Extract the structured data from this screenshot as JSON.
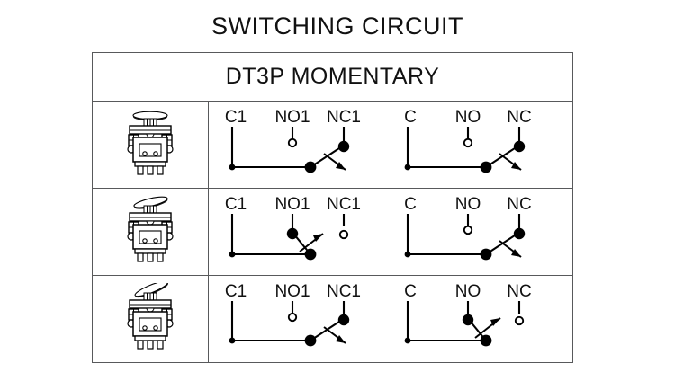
{
  "title": "SWITCHING CIRCUIT",
  "table": {
    "header": "DT3P MOMENTARY",
    "rows": [
      {
        "lever_position": "center",
        "lever_name": "lever-center-upright",
        "poles": [
          {
            "terminals": [
              "C1",
              "NO1",
              "NC1"
            ],
            "common": "C1",
            "closed_to": "NC1",
            "open_terminal": "NO1"
          },
          {
            "terminals": [
              "C",
              "NO",
              "NC"
            ],
            "common": "C",
            "closed_to": "NC",
            "open_terminal": "NO"
          }
        ]
      },
      {
        "lever_position": "tilted-right",
        "lever_name": "lever-tilted-right",
        "poles": [
          {
            "terminals": [
              "C1",
              "NO1",
              "NC1"
            ],
            "common": "C1",
            "closed_to": "NO1",
            "open_terminal": "NC1"
          },
          {
            "terminals": [
              "C",
              "NO",
              "NC"
            ],
            "common": "C",
            "closed_to": "NC",
            "open_terminal": "NO"
          }
        ]
      },
      {
        "lever_position": "tilted-up-right",
        "lever_name": "lever-tilted-up-right",
        "poles": [
          {
            "terminals": [
              "C1",
              "NO1",
              "NC1"
            ],
            "common": "C1",
            "closed_to": "NC1",
            "open_terminal": "NO1"
          },
          {
            "terminals": [
              "C",
              "NO",
              "NC"
            ],
            "common": "C",
            "closed_to": "NO",
            "open_terminal": "NC"
          }
        ]
      }
    ]
  },
  "colors": {
    "line": "#000000",
    "border": "#58595b",
    "text": "#111111",
    "background": "#ffffff"
  }
}
